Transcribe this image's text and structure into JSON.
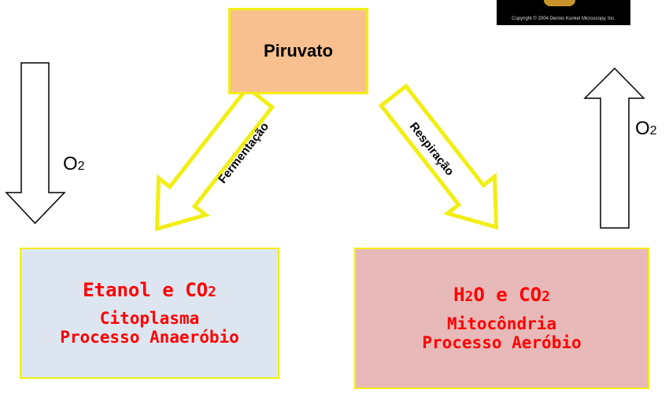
{
  "pyruvate": {
    "label": "Piruvato"
  },
  "fermentation_arrow": {
    "label": "Fermentação"
  },
  "respiration_arrow": {
    "label": "Respiração"
  },
  "oxygen_left": {
    "symbol": "O",
    "subscript": "2"
  },
  "oxygen_right": {
    "symbol": "O",
    "subscript": "2"
  },
  "fermentation_box": {
    "product_prefix": "Etanol e CO",
    "product_subscript": "2",
    "location": "Citoplasma",
    "process": "Processo Anaeróbio"
  },
  "respiration_box": {
    "product_h": "H",
    "product_h_subscript": "2",
    "product_rest": "O e CO",
    "product_co_subscript": "2",
    "location": "Mitocôndria",
    "process": "Processo Aeróbio"
  },
  "copyright": {
    "text": "Copyright © 2004 Dennis Kunkel Microscopy, Inc."
  },
  "colors": {
    "pyruvate_fill": "#f8c08f",
    "fermentation_fill": "#dde6f0",
    "respiration_fill": "#e7b9b8",
    "border_yellow": "#f2ee13",
    "text_red": "#ff0000"
  }
}
